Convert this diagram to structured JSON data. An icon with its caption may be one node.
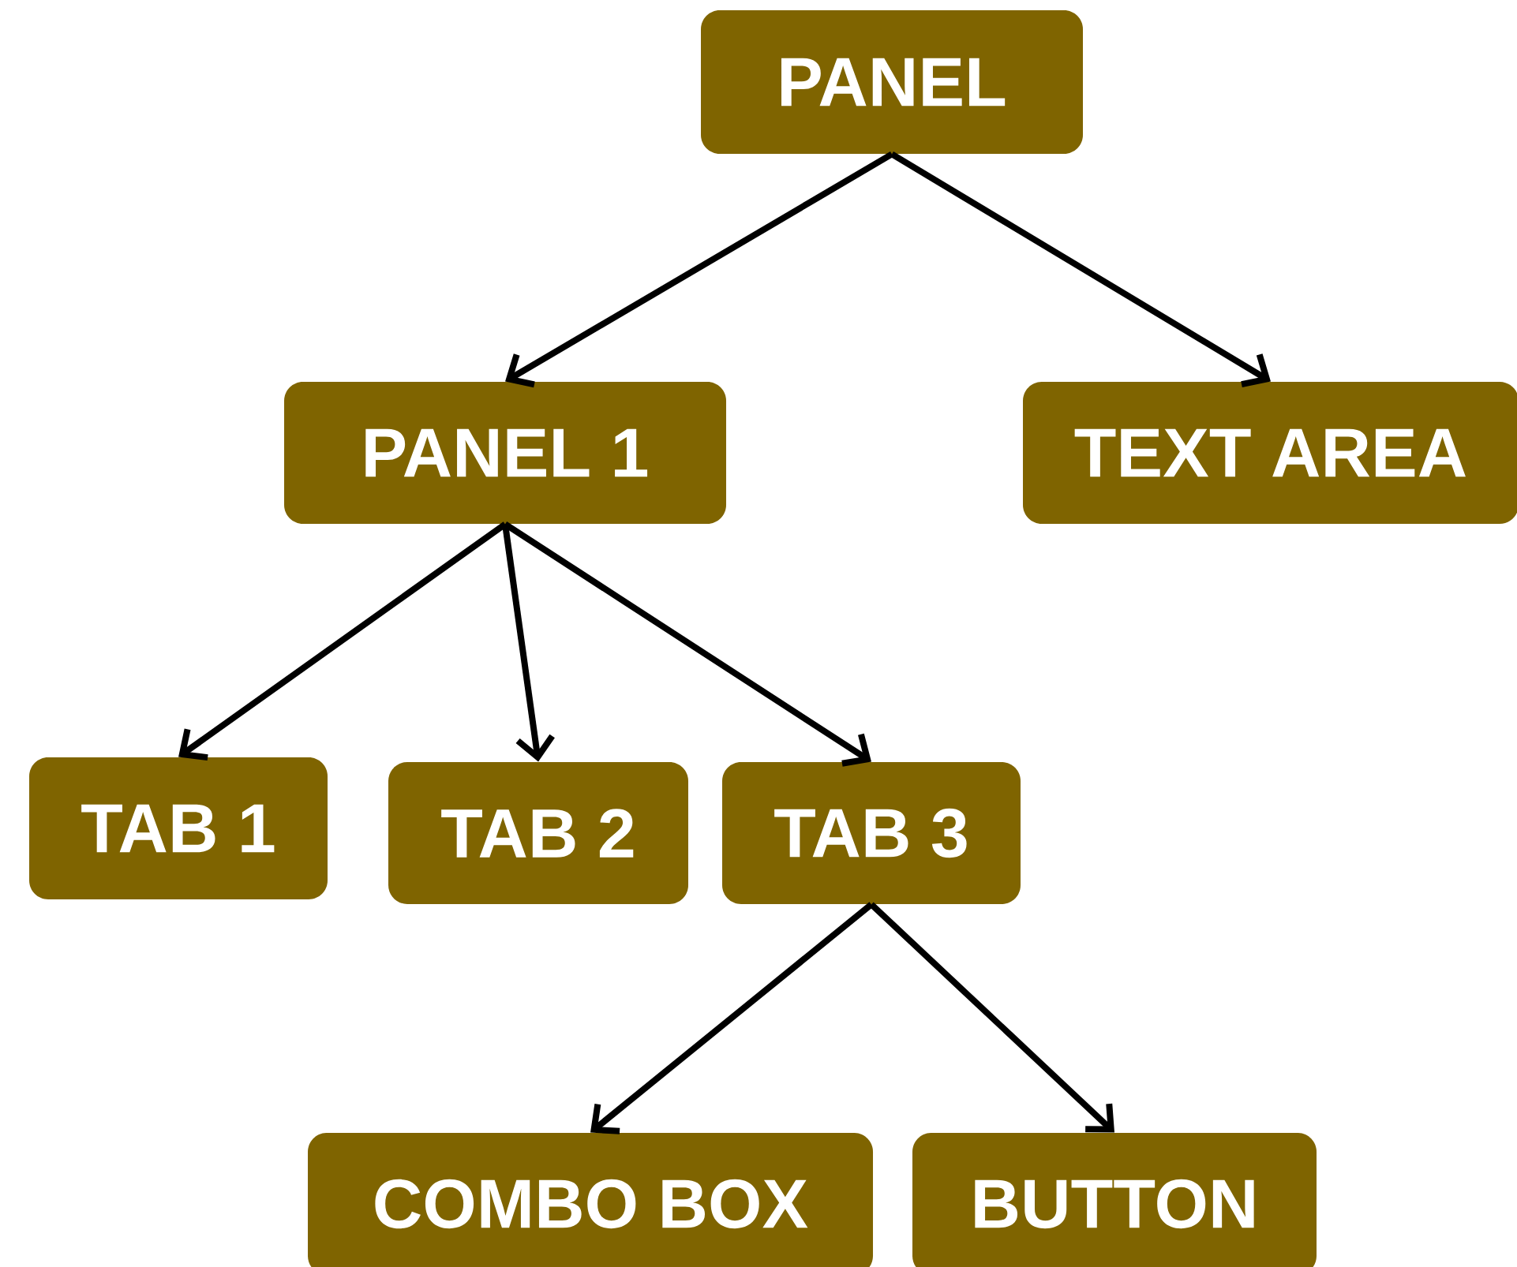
{
  "diagram": {
    "nodes": [
      {
        "text": [
          "PANEL"
        ]
      },
      {
        "text": [
          "PANEL 1"
        ]
      },
      {
        "text": [
          "TEXT AREA"
        ]
      },
      {
        "text": [
          "TAB 1"
        ]
      },
      {
        "text": [
          "TAB 2"
        ]
      },
      {
        "text": [
          "TAB 3"
        ]
      },
      {
        "text": [
          "COMBO BOX"
        ]
      },
      {
        "text": [
          "BUTTON"
        ]
      }
    ],
    "edges": [
      {
        "from": 0,
        "to": 1,
        "arrow": "to"
      },
      {
        "from": 0,
        "to": 2,
        "arrow": "to"
      },
      {
        "from": 1,
        "to": 3,
        "arrow": "to"
      },
      {
        "from": 1,
        "to": 4,
        "arrow": "to"
      },
      {
        "from": 1,
        "to": 5,
        "arrow": "to"
      },
      {
        "from": 5,
        "to": 6,
        "arrow": "to"
      },
      {
        "from": 5,
        "to": 7,
        "arrow": "to"
      }
    ]
  }
}
